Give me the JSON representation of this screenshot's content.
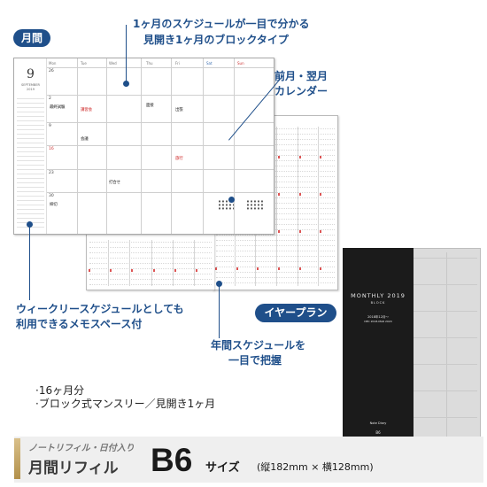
{
  "labels": {
    "monthly_tag": "月間",
    "yearly_tag": "イヤープラン",
    "callout_block_1": "1ヶ月のスケジュールが一目で分かる",
    "callout_block_2": "見開き1ヶ月のブロックタイプ",
    "callout_cal_1": "前月・翌月",
    "callout_cal_2": "カレンダー",
    "callout_memo_1": "ウィークリースケジュールとしても",
    "callout_memo_2": "利用できるメモスペース付",
    "callout_year_1": "年間スケジュールを",
    "callout_year_2": "一目で把握"
  },
  "monthly_page": {
    "month_number": "9",
    "month_name": "SEPTEMBER",
    "year": "2019",
    "weekdays": [
      "Mon",
      "Tue",
      "Wed",
      "Thu",
      "Fri",
      "Sat",
      "Sun"
    ],
    "week_start_days": [
      "26",
      "2",
      "9",
      "16",
      "23",
      "30"
    ],
    "handwriting": [
      "最終試験",
      "講習会",
      "面接",
      "出張",
      "会議",
      "旅行",
      "打合せ",
      "締切"
    ]
  },
  "cover": {
    "title": "MONTHLY 2019",
    "subtitle": "BLOCK",
    "range_jp": "2018年12月～",
    "range_en": "DEC 2018-MAR 2020",
    "brand": "Note Diary",
    "size": "B6"
  },
  "features": {
    "bullet_1": "·16ヶ月分",
    "bullet_2": "·ブロック式マンスリー／見開き1ヶ月"
  },
  "banner": {
    "small_text": "ノートリフィル・日付入り",
    "product_name": "月間リフィル",
    "size_code": "B6",
    "size_label": "サイズ",
    "dimensions": "(縦182mm × 横128mm)"
  }
}
